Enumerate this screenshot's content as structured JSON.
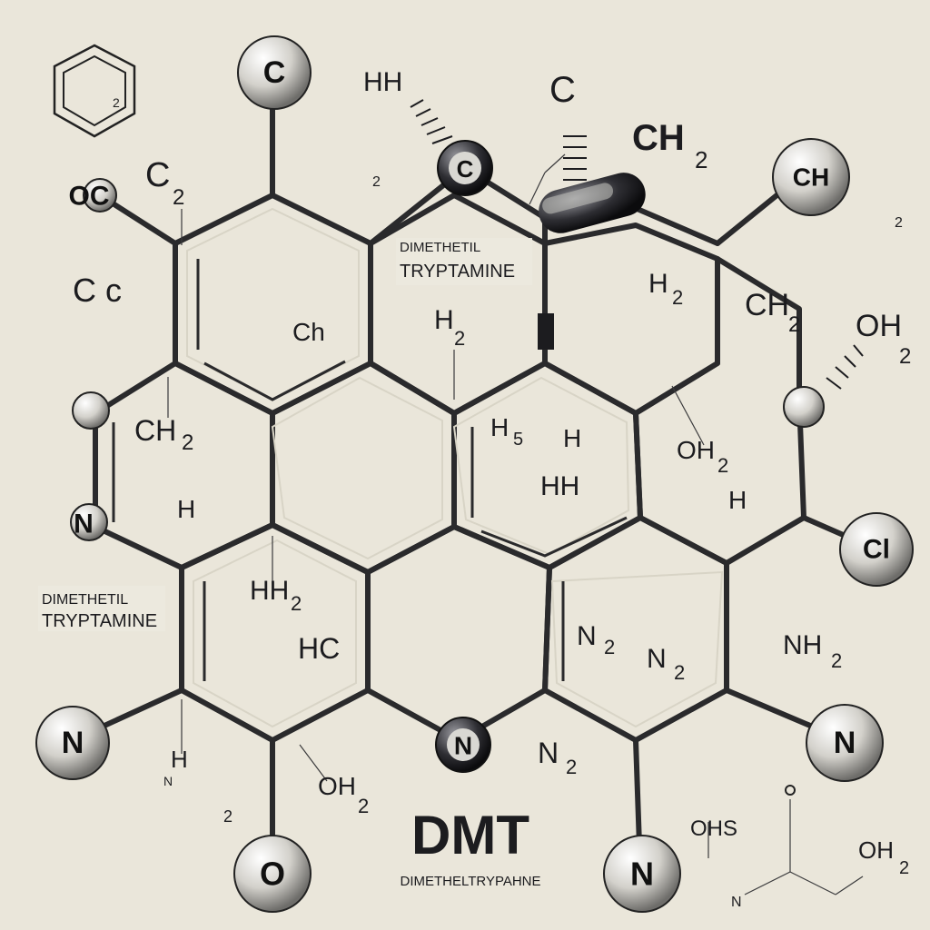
{
  "diagram": {
    "title": "DMT",
    "subtitle": "DIMETHELTRYPAHNE",
    "caption_top_line1": "DIMETHETIL",
    "caption_top_line2": "TRYPTAMINE",
    "caption_left_line1": "DIMETHETIL",
    "caption_left_line2": "TRYPTAMINE"
  },
  "atoms": {
    "c_top": "C",
    "c_center": "C",
    "ch_right": "CH",
    "o_left": "OC",
    "cl_right": "Cl",
    "n_left": "N",
    "n_bottom_left": "N",
    "n_center_bottom": "N",
    "n_right": "N",
    "n_bottom_right": "N",
    "o_bottom": "O",
    "h_small_left": ""
  },
  "labels": {
    "hh_top": "HH",
    "c2_top": "C",
    "ch2_top_right": "CH",
    "c2_left": "C",
    "two_a": "2",
    "c_c": "C c",
    "ch_ring": "Ch",
    "h2_ring": "H",
    "h2_right": "H",
    "ch2_right": "CH",
    "oh2_right": "OH",
    "two_b": "2",
    "ch2_left": "CH",
    "h_left": "H",
    "hh_center": "H",
    "h_center": "H",
    "hh_center2": "HH",
    "oh2_center": "OH",
    "h_right_mid": "H",
    "hh2_left": "HH",
    "hc": "HC",
    "n2_a": "N",
    "n2_b": "N",
    "nh2": "NH",
    "n2_bottom": "N",
    "h_bottom_left": "H",
    "n_faint": "N",
    "two_c": "2",
    "oh2_bottom": "OH",
    "ohs": "OHS",
    "oh2_br": "OH",
    "sub2": "2",
    "n_bl_small": "N"
  }
}
